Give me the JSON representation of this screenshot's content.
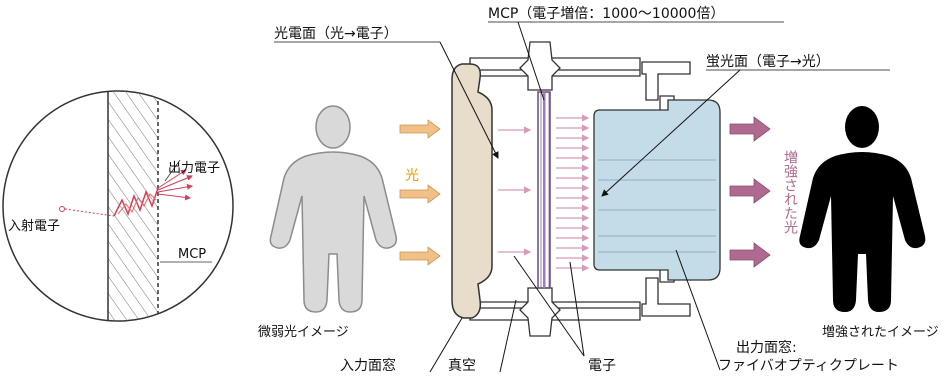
{
  "labels": {
    "photocathode": "光電面（光→電子）",
    "mcp_gain": "MCP（電子増倍：1000〜10000倍）",
    "phosphor": "蛍光面（電子→光）",
    "output_electrons": "出力電子",
    "incident_electron": "入射電子",
    "mcp": "MCP",
    "light": "光",
    "enhanced_light": "増強された光",
    "faint_image": "微弱光イメージ",
    "enhanced_image": "増強されたイメージ",
    "input_window": "入力面窓",
    "vacuum": "真空",
    "electrons": "電子",
    "output_window": "出力面窓:",
    "fiber_optic_plate": "ファイバオプティクプレート"
  },
  "colors": {
    "accent_light": "#e0a100",
    "light_arrow": "#f0c088",
    "enhanced_arrow": "#b06a90",
    "electron_arrow": "#d79ab8",
    "phosphor_fill": "#c4dbe8",
    "input_window_fill": "#e8dccb",
    "silhouette_faint": "#d9d9d9",
    "silhouette_bright": "#000000"
  }
}
